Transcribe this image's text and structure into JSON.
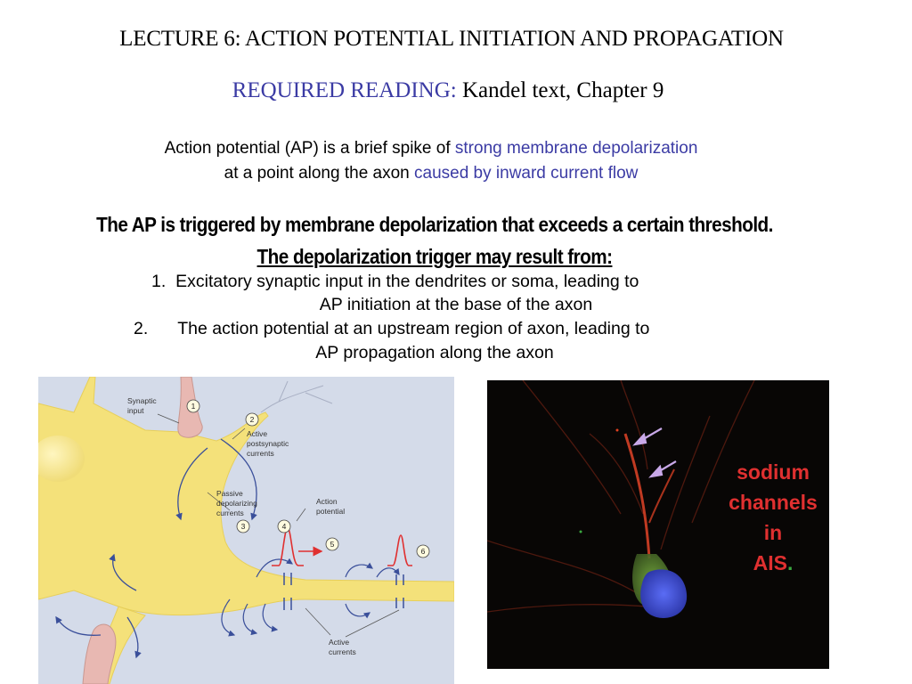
{
  "title": "LECTURE 6:  ACTION POTENTIAL INITIATION AND PROPAGATION",
  "reading": {
    "label": "REQUIRED READING:",
    "text": "Kandel text,  Chapter 9"
  },
  "definition": {
    "line1_plain": "Action potential (AP) is a brief spike of ",
    "line1_highlight": "strong membrane depolarization",
    "line2_plain": "at a point along the axon ",
    "line2_highlight": "caused by inward current flow"
  },
  "trigger": {
    "line1": "The AP is triggered by membrane depolarization that exceeds a certain threshold.",
    "line2": "The depolarization trigger may result from:"
  },
  "causes": [
    {
      "number": "1.",
      "line1": "Excitatory synaptic input in the dendrites or soma, leading to",
      "line2": "AP initiation at the base of the axon"
    },
    {
      "number": "2.",
      "line1": "The action potential at an upstream region of axon, leading to",
      "line2": "AP propagation along the axon"
    }
  ],
  "diagram": {
    "labels": {
      "synaptic_input": [
        "Synaptic",
        "input"
      ],
      "active_postsynaptic": [
        "Active",
        "postsynaptic",
        "currents"
      ],
      "passive_depolarizing": [
        "Passive",
        "depolarizing",
        "currents"
      ],
      "action_potential": [
        "Action",
        "potential"
      ],
      "active_currents": [
        "Active",
        "currents"
      ]
    },
    "step_numbers": [
      "1",
      "2",
      "3",
      "4",
      "5",
      "6"
    ],
    "colors": {
      "neuron": "#f4e17a",
      "terminal": "#e8b8b2",
      "spike": "#e03030",
      "current_arrow": "#3a4f9a"
    }
  },
  "photo": {
    "caption_lines": [
      "sodium",
      "channels",
      "in",
      "AIS"
    ],
    "caption_suffix": ".",
    "colors": {
      "caption": "#e03030",
      "axon": "#c03a22",
      "soma_green": "#6ea33a",
      "nucleus": "#3d4fd8",
      "arrows": "#c8a8e8"
    }
  }
}
